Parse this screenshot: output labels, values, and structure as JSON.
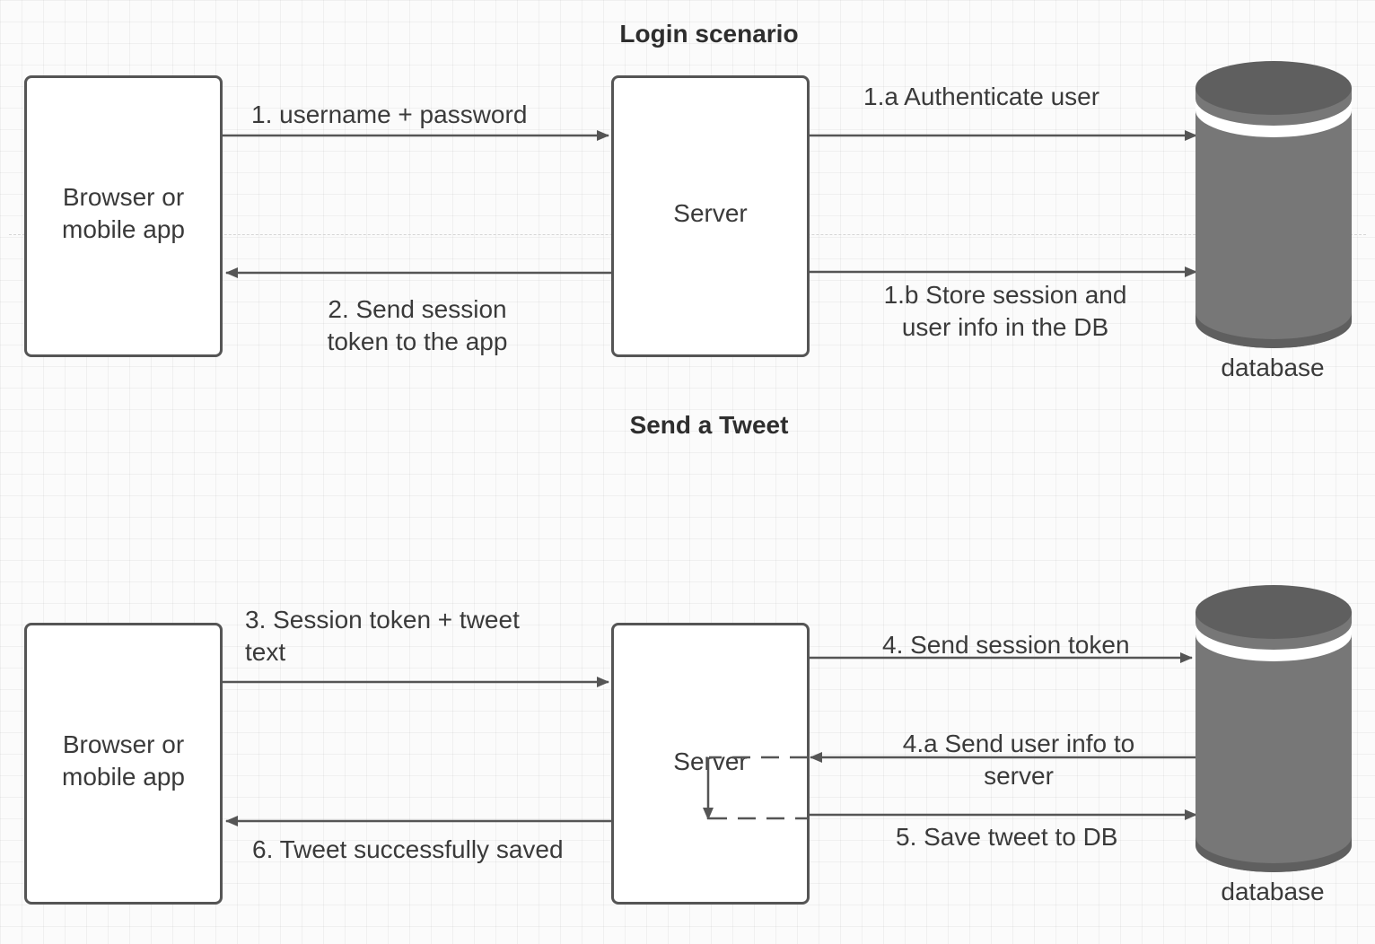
{
  "colors": {
    "line": "#555555",
    "db_body": "#777777",
    "db_top": "#5f5f5f",
    "db_rim": "#ffffff",
    "text": "#3a3a3a"
  },
  "login": {
    "title": "Login scenario",
    "client_label": "Browser or\nmobile app",
    "server_label": "Server",
    "db_label": "database",
    "steps": {
      "s1": "1. username + password",
      "s2": "2. Send session\ntoken to the app",
      "s1a": "1.a Authenticate user",
      "s1b": "1.b Store session and\nuser info in the DB"
    }
  },
  "tweet": {
    "title": "Send a Tweet",
    "client_label": "Browser or\nmobile app",
    "server_label": "Server",
    "db_label": "database",
    "steps": {
      "s3": "3. Session token + tweet\ntext",
      "s4": "4. Send session token",
      "s4a": "4.a Send user info to\nserver",
      "s5": "5. Save tweet to DB",
      "s6": "6. Tweet successfully saved"
    }
  }
}
